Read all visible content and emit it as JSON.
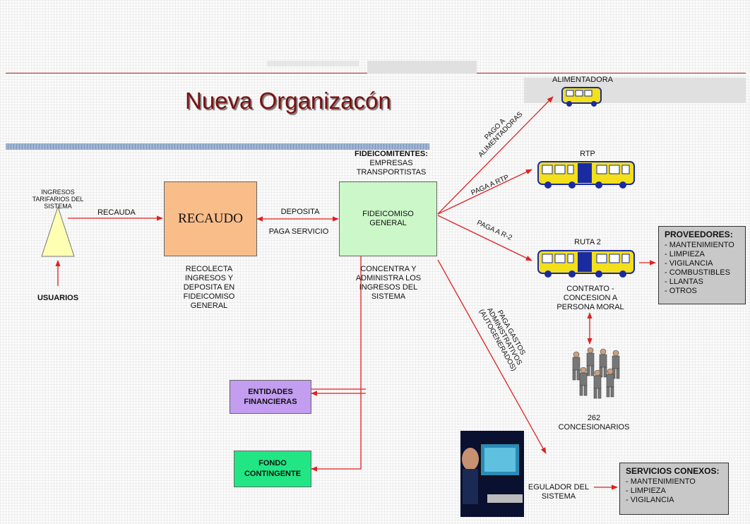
{
  "title": "Nueva Organizacón",
  "nodes": {
    "ingresos": "INGRESOS\nTARIFARIOS DEL\nSISTEMA",
    "usuarios": "USUARIOS",
    "recaudo": "RECAUDO",
    "recaudo_desc": "RECOLECTA\nINGRESOS Y\nDEPOSITA EN\nFIDEICOMISO\nGENERAL",
    "fideicomitentes_head": "FIDEICOMITENTES:",
    "fideicomitentes_sub": "EMPRESAS\nTRANSPORTISTAS",
    "fideicomiso": "FIDEICOMISO\nGENERAL",
    "fideicomiso_desc": "CONCENTRA Y\nADMINISTRA LOS\nINGRESOS DEL\nSISTEMA",
    "entidades": "ENTIDADES\nFINANCIERAS",
    "fondo": "FONDO\nCONTINGENTE",
    "alimentadora": "ALIMENTADORA",
    "rtp": "RTP",
    "ruta2": "RUTA 2",
    "contrato": "CONTRATO -\nCONCESION A\nPERSONA MORAL",
    "concesionarios": "262\nCONCESIONARIOS",
    "regulador": "EGULADOR DEL\nSISTEMA"
  },
  "edges": {
    "recauda": "RECAUDA",
    "deposita": "DEPOSITA",
    "paga_servicio": "PAGA SERVICIO",
    "pago_alimentadoras": "PAGO A\nALIMENTADORAS",
    "paga_rtp": "PAGA A RTP",
    "paga_r2": "PAGA A R-2",
    "paga_gastos": "PAGA GASTOS\nADMINISTRATIVOS\n(AUTOGENERADOS)"
  },
  "proveedores": {
    "head": "PROVEEDORES:",
    "items": [
      "- MANTENIMIENTO",
      "- LIMPIEZA",
      "- VIGILANCIA",
      "- COMBUSTIBLES",
      "- LLANTAS",
      "- OTROS"
    ]
  },
  "servicios": {
    "head": "SERVICIOS CONEXOS:",
    "items": [
      "- MANTENIMIENTO",
      "- LIMPIEZA",
      "- VIGILANCIA"
    ]
  },
  "colors": {
    "recaudo": "#f9bd8a",
    "fideicomiso": "#ccf7c9",
    "entidades": "#c39df0",
    "fondo": "#22e684",
    "triangle": "#ffffb4",
    "arrow": "#e02020",
    "title": "#7b1111"
  }
}
